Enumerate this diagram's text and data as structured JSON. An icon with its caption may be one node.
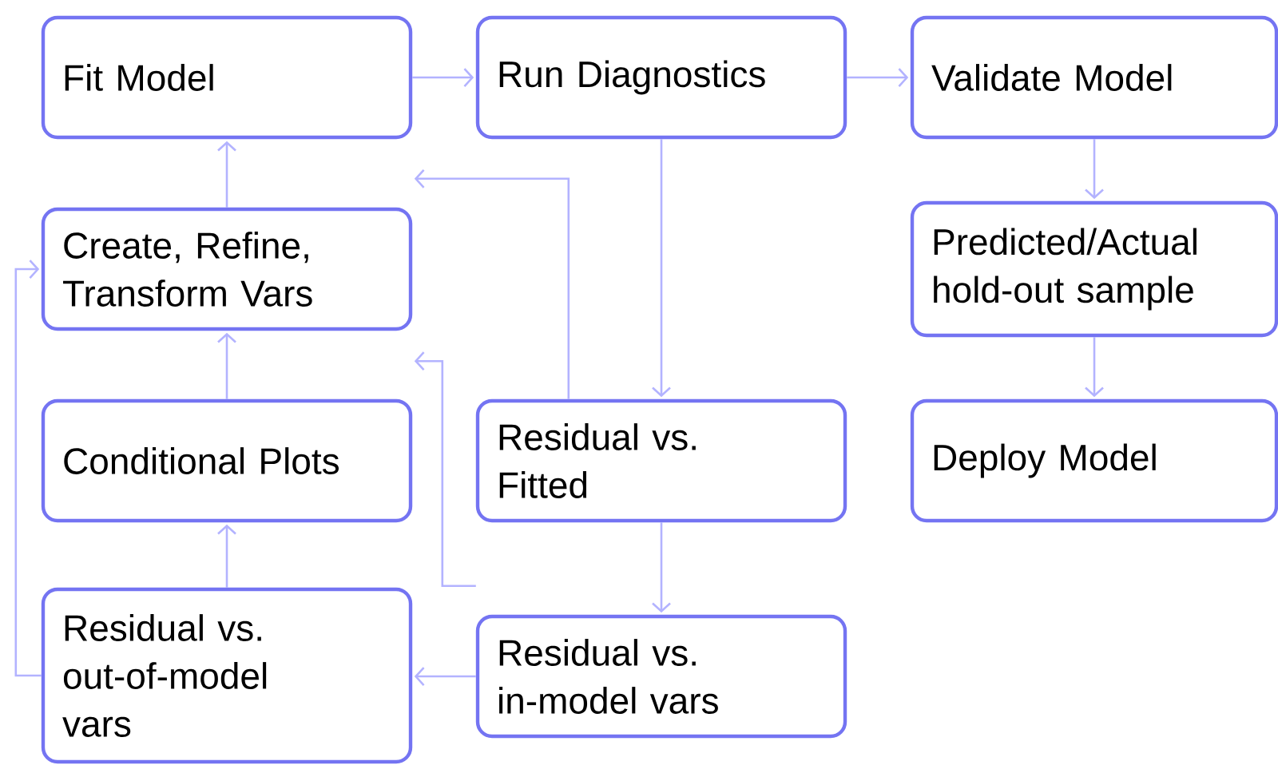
{
  "diagram": {
    "nodes": [
      {
        "text": [
          "Fit Model"
        ]
      },
      {
        "text": [
          "Run Diagnostics"
        ]
      },
      {
        "text": [
          "Validate Model"
        ]
      },
      {
        "text": [
          "Create, Refine, Transform Vars"
        ]
      },
      {
        "text": [
          "Predicted/Actual hold-out sample"
        ]
      },
      {
        "text": [
          "Conditional Plots"
        ]
      },
      {
        "text": [
          "Residual vs. Fitted"
        ]
      },
      {
        "text": [
          "Deploy Model"
        ]
      },
      {
        "text": [
          "Residual vs. out-of-model vars"
        ]
      },
      {
        "text": [
          "Residual vs. in-model vars"
        ]
      }
    ],
    "edges": [
      {
        "from": 0,
        "to": 1,
        "arrow": "to"
      },
      {
        "from": 1,
        "to": 2,
        "arrow": "to"
      },
      {
        "from": 3,
        "to": 0,
        "arrow": "to"
      },
      {
        "from": 2,
        "to": 4,
        "arrow": "to"
      },
      {
        "from": 4,
        "to": 7,
        "arrow": "to"
      },
      {
        "from": 1,
        "to": 6,
        "arrow": "to"
      },
      {
        "from": 6,
        "to": 9,
        "arrow": "to"
      },
      {
        "from": 6,
        "to": 3,
        "arrow": "to"
      },
      {
        "from": 9,
        "to": 3,
        "arrow": "to"
      },
      {
        "from": 9,
        "to": 8,
        "arrow": "to"
      },
      {
        "from": 5,
        "to": 3,
        "arrow": "to"
      },
      {
        "from": 8,
        "to": 5,
        "arrow": "to"
      },
      {
        "from": 8,
        "to": 3,
        "arrow": "to"
      }
    ]
  }
}
